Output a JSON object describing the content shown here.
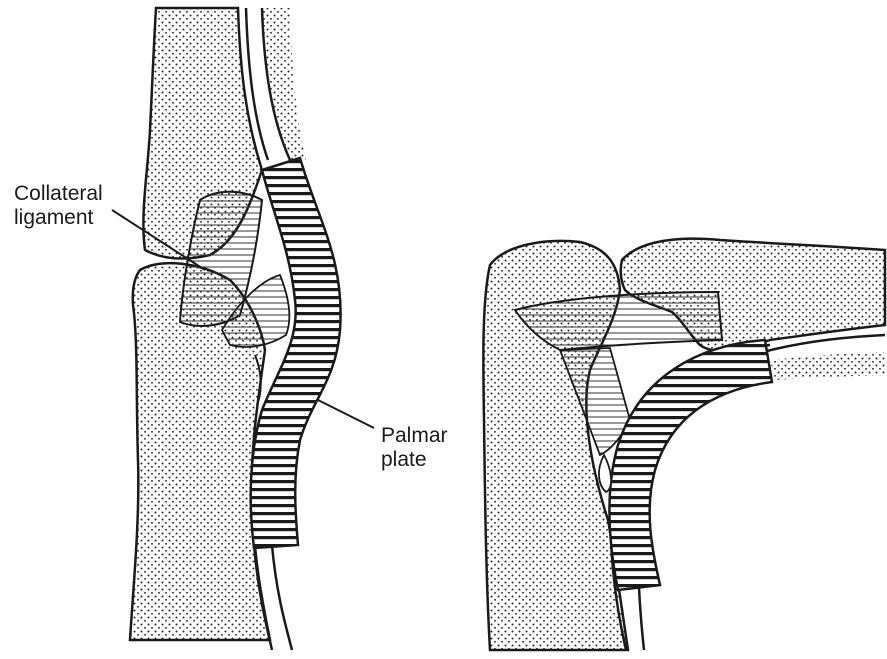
{
  "labels": {
    "collateral_ligament": [
      "Collateral",
      "ligament"
    ],
    "palmar_plate": [
      "Palmar",
      "plate"
    ]
  },
  "colors": {
    "background": "#ffffff",
    "ink": "#1a1a1a",
    "stipple": "#2b2b2b"
  }
}
